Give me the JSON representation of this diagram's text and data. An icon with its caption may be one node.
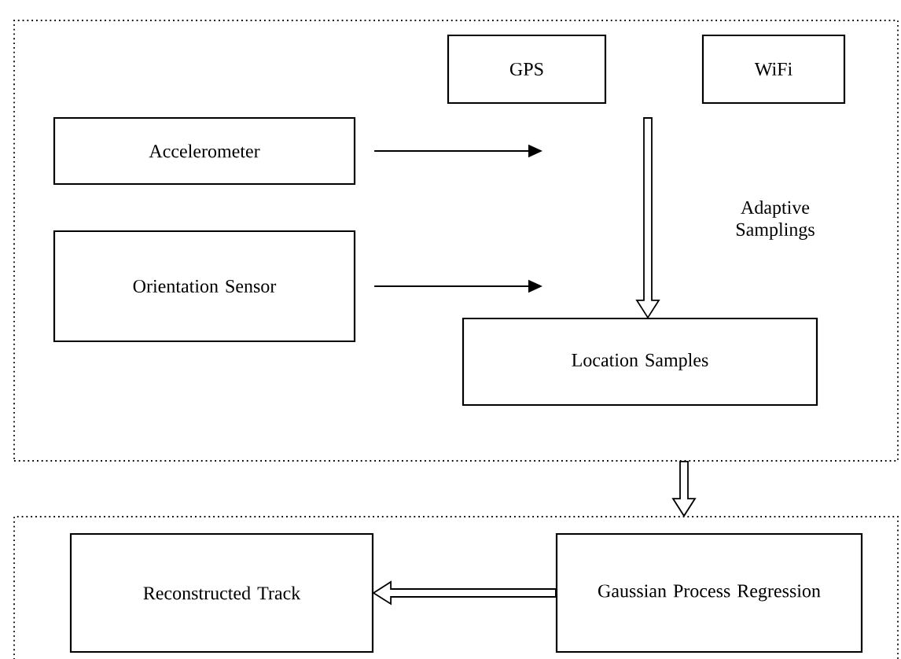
{
  "diagram": {
    "nodes": [
      {
        "text": [],
        "shape": "box"
      },
      {
        "text": [
          "GPS"
        ],
        "in": 0
      },
      {
        "text": [
          "WiFi"
        ],
        "in": 0
      },
      {
        "text": [
          "Accelerometer"
        ],
        "in": 0
      },
      {
        "text": [
          "Orientation Sensor"
        ],
        "in": 0
      },
      {
        "text": [
          "Location Samples"
        ],
        "in": 0
      },
      {
        "text": [],
        "shape": "box"
      },
      {
        "text": [
          "Reconstructed Track"
        ],
        "in": 6
      },
      {
        "text": [
          "Gaussian Process Regression"
        ],
        "in": 6
      }
    ],
    "edges": [
      {
        "from": 3,
        "to": null,
        "arrow": "to"
      },
      {
        "from": 4,
        "to": null,
        "arrow": "to"
      },
      {
        "from": null,
        "to": 5,
        "arrow": "to",
        "label": "Adaptive Samplings",
        "style": "thick"
      },
      {
        "from": 0,
        "to": 6,
        "arrow": "to",
        "style": "thick"
      },
      {
        "from": 8,
        "to": 7,
        "arrow": "to",
        "style": "thick"
      }
    ]
  }
}
